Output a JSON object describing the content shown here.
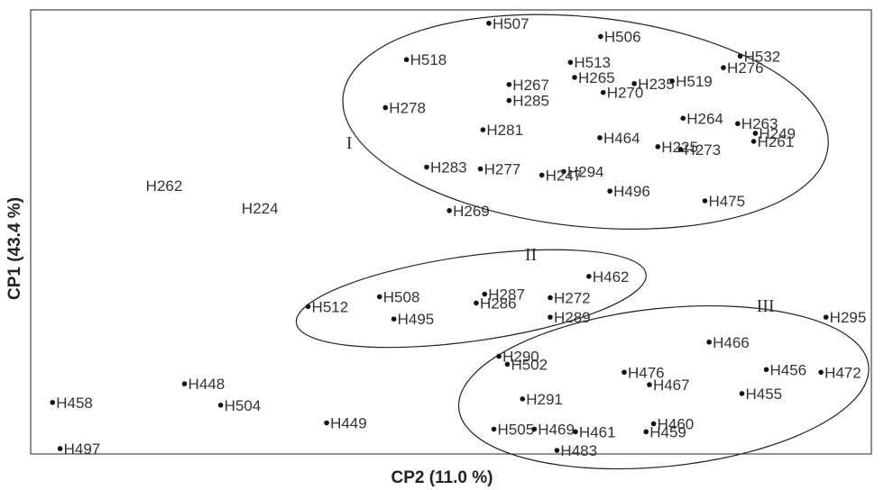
{
  "chart_data": {
    "type": "scatter",
    "xlabel": "CP2 (11.0 %)",
    "ylabel": "CP1 (43.4 %)",
    "xlim": [
      0,
      1000
    ],
    "ylim": [
      0,
      500
    ],
    "grid": false,
    "legend": "none",
    "colors": {
      "marker": "#111111",
      "text": "#333333",
      "frame": "#222222",
      "ellipse": "#222222"
    },
    "points": [
      {
        "label": "H507",
        "x": 545,
        "y": 485,
        "marker": true
      },
      {
        "label": "H506",
        "x": 678,
        "y": 470,
        "marker": true
      },
      {
        "label": "H532",
        "x": 844,
        "y": 448,
        "marker": true
      },
      {
        "label": "H518",
        "x": 447,
        "y": 444,
        "marker": true
      },
      {
        "label": "H513",
        "x": 642,
        "y": 441,
        "marker": true
      },
      {
        "label": "H276",
        "x": 824,
        "y": 435,
        "marker": true
      },
      {
        "label": "H235",
        "x": 718,
        "y": 417,
        "marker": true
      },
      {
        "label": "H267",
        "x": 569,
        "y": 416,
        "marker": true
      },
      {
        "label": "H265",
        "x": 647,
        "y": 424,
        "marker": true
      },
      {
        "label": "H519",
        "x": 763,
        "y": 420,
        "marker": true
      },
      {
        "label": "H285",
        "x": 569,
        "y": 398,
        "marker": true
      },
      {
        "label": "H270",
        "x": 681,
        "y": 407,
        "marker": true
      },
      {
        "label": "H278",
        "x": 422,
        "y": 390,
        "marker": true
      },
      {
        "label": "H263",
        "x": 841,
        "y": 372,
        "marker": true
      },
      {
        "label": "H249",
        "x": 862,
        "y": 361,
        "marker": true
      },
      {
        "label": "H264",
        "x": 776,
        "y": 378,
        "marker": true
      },
      {
        "label": "H281",
        "x": 538,
        "y": 365,
        "marker": true
      },
      {
        "label": "H464",
        "x": 677,
        "y": 356,
        "marker": true
      },
      {
        "label": "H261",
        "x": 860,
        "y": 352,
        "marker": true
      },
      {
        "label": "H225",
        "x": 746,
        "y": 346,
        "marker": true
      },
      {
        "label": "H273",
        "x": 773,
        "y": 343,
        "marker": true
      },
      {
        "label": "H283",
        "x": 471,
        "y": 323,
        "marker": true
      },
      {
        "label": "H277",
        "x": 535,
        "y": 321,
        "marker": true
      },
      {
        "label": "H294",
        "x": 634,
        "y": 318,
        "marker": true
      },
      {
        "label": "H247",
        "x": 608,
        "y": 314,
        "marker": true
      },
      {
        "label": "H496",
        "x": 689,
        "y": 296,
        "marker": true
      },
      {
        "label": "H475",
        "x": 802,
        "y": 285,
        "marker": true
      },
      {
        "label": "H262",
        "x": 137,
        "y": 302,
        "marker": false
      },
      {
        "label": "H224",
        "x": 251,
        "y": 277,
        "marker": false
      },
      {
        "label": "H269",
        "x": 498,
        "y": 274,
        "marker": true
      },
      {
        "label": "H462",
        "x": 664,
        "y": 200,
        "marker": true
      },
      {
        "label": "H508",
        "x": 415,
        "y": 177,
        "marker": true
      },
      {
        "label": "H287",
        "x": 540,
        "y": 180,
        "marker": true
      },
      {
        "label": "H272",
        "x": 618,
        "y": 176,
        "marker": true
      },
      {
        "label": "H512",
        "x": 330,
        "y": 166,
        "marker": true
      },
      {
        "label": "H286",
        "x": 530,
        "y": 170,
        "marker": true
      },
      {
        "label": "H495",
        "x": 432,
        "y": 152,
        "marker": true
      },
      {
        "label": "H289",
        "x": 618,
        "y": 154,
        "marker": true
      },
      {
        "label": "H295",
        "x": 946,
        "y": 154,
        "marker": true
      },
      {
        "label": "H466",
        "x": 807,
        "y": 126,
        "marker": true
      },
      {
        "label": "H290",
        "x": 557,
        "y": 110,
        "marker": true
      },
      {
        "label": "H456",
        "x": 875,
        "y": 95,
        "marker": true
      },
      {
        "label": "H502",
        "x": 567,
        "y": 101,
        "marker": true
      },
      {
        "label": "H476",
        "x": 706,
        "y": 92,
        "marker": true
      },
      {
        "label": "H472",
        "x": 940,
        "y": 92,
        "marker": true
      },
      {
        "label": "H467",
        "x": 736,
        "y": 78,
        "marker": true
      },
      {
        "label": "H448",
        "x": 183,
        "y": 79,
        "marker": true
      },
      {
        "label": "H455",
        "x": 846,
        "y": 68,
        "marker": true
      },
      {
        "label": "H458",
        "x": 26,
        "y": 58,
        "marker": true
      },
      {
        "label": "H291",
        "x": 585,
        "y": 62,
        "marker": true
      },
      {
        "label": "H504",
        "x": 226,
        "y": 55,
        "marker": true
      },
      {
        "label": "H460",
        "x": 741,
        "y": 34,
        "marker": true
      },
      {
        "label": "H449",
        "x": 352,
        "y": 35,
        "marker": true
      },
      {
        "label": "H505",
        "x": 551,
        "y": 28,
        "marker": true
      },
      {
        "label": "H469",
        "x": 599,
        "y": 28,
        "marker": true
      },
      {
        "label": "H461",
        "x": 648,
        "y": 25,
        "marker": true
      },
      {
        "label": "H459",
        "x": 732,
        "y": 25,
        "marker": true
      },
      {
        "label": "H497",
        "x": 35,
        "y": 6,
        "marker": true
      },
      {
        "label": "H483",
        "x": 626,
        "y": 4,
        "marker": true
      }
    ],
    "groups": [
      {
        "label": "I",
        "cx": 660,
        "cy": 374,
        "rx": 290,
        "ry": 118,
        "rotate": 6
      },
      {
        "label": "II",
        "cx": 524,
        "cy": 175,
        "rx": 210,
        "ry": 48,
        "rotate": -8
      },
      {
        "label": "III",
        "cx": 753,
        "cy": 75,
        "rx": 245,
        "ry": 89,
        "rotate": -6
      }
    ],
    "group_label_pos": [
      {
        "label": "I",
        "x": 379,
        "y": 344
      },
      {
        "label": "II",
        "x": 595,
        "y": 218
      },
      {
        "label": "III",
        "x": 874,
        "y": 160
      }
    ]
  }
}
